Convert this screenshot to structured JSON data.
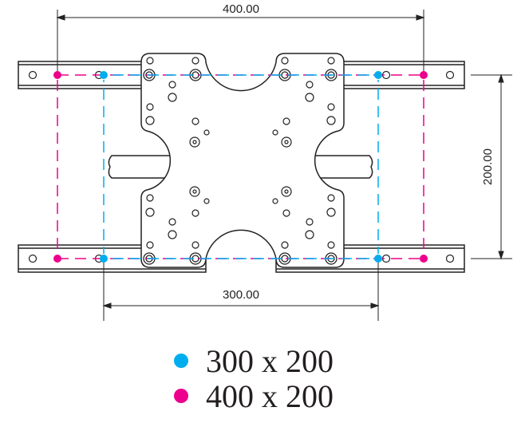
{
  "dimensions": {
    "top_width": "400.00",
    "bottom_width": "300.00",
    "height": "200.00"
  },
  "legend": [
    {
      "label": "300 x 200",
      "color": "#00aeef"
    },
    {
      "label": "400 x 200",
      "color": "#ec008c"
    }
  ]
}
